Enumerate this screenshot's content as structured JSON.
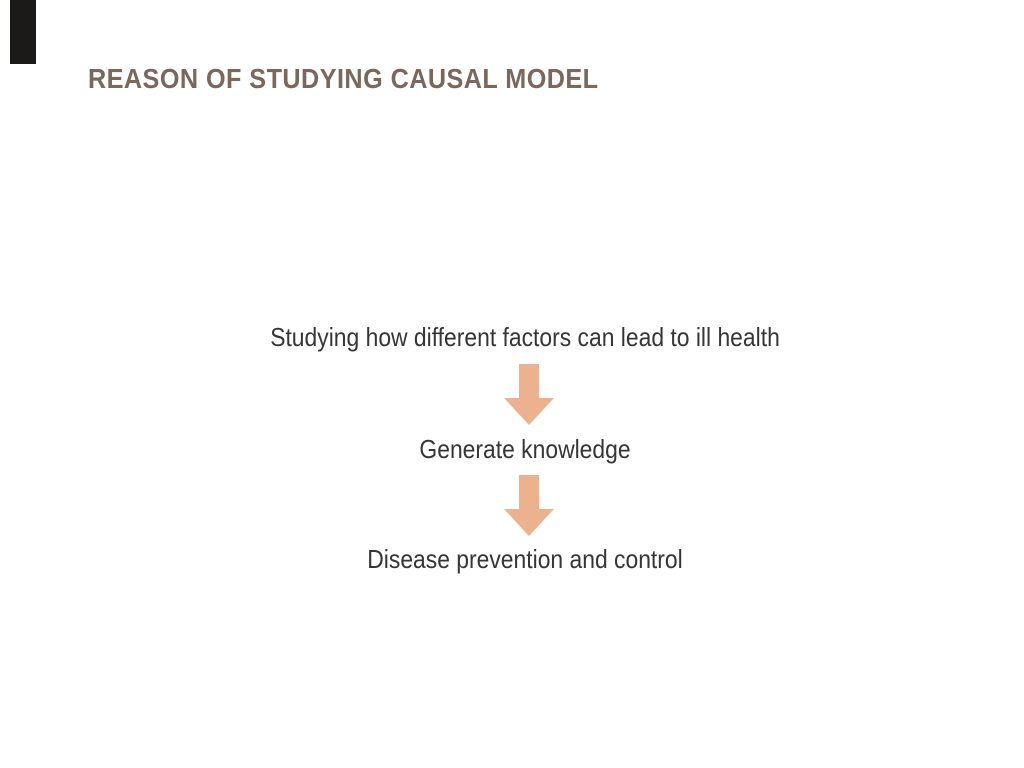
{
  "slide": {
    "title": "REASON OF STUDYING CAUSAL MODEL",
    "flow_steps": [
      "Studying how different factors can lead to ill health",
      "Generate knowledge",
      "Disease prevention and control"
    ],
    "decorations": {
      "corner_ribbon": "dark vertical ribbon, top-left corner"
    },
    "colors": {
      "background": "#ffffff",
      "title_text": "#7c675c",
      "body_text": "#363636",
      "arrow_fill": "#ecb28e",
      "ribbon_fill": "#1c1a18"
    }
  }
}
